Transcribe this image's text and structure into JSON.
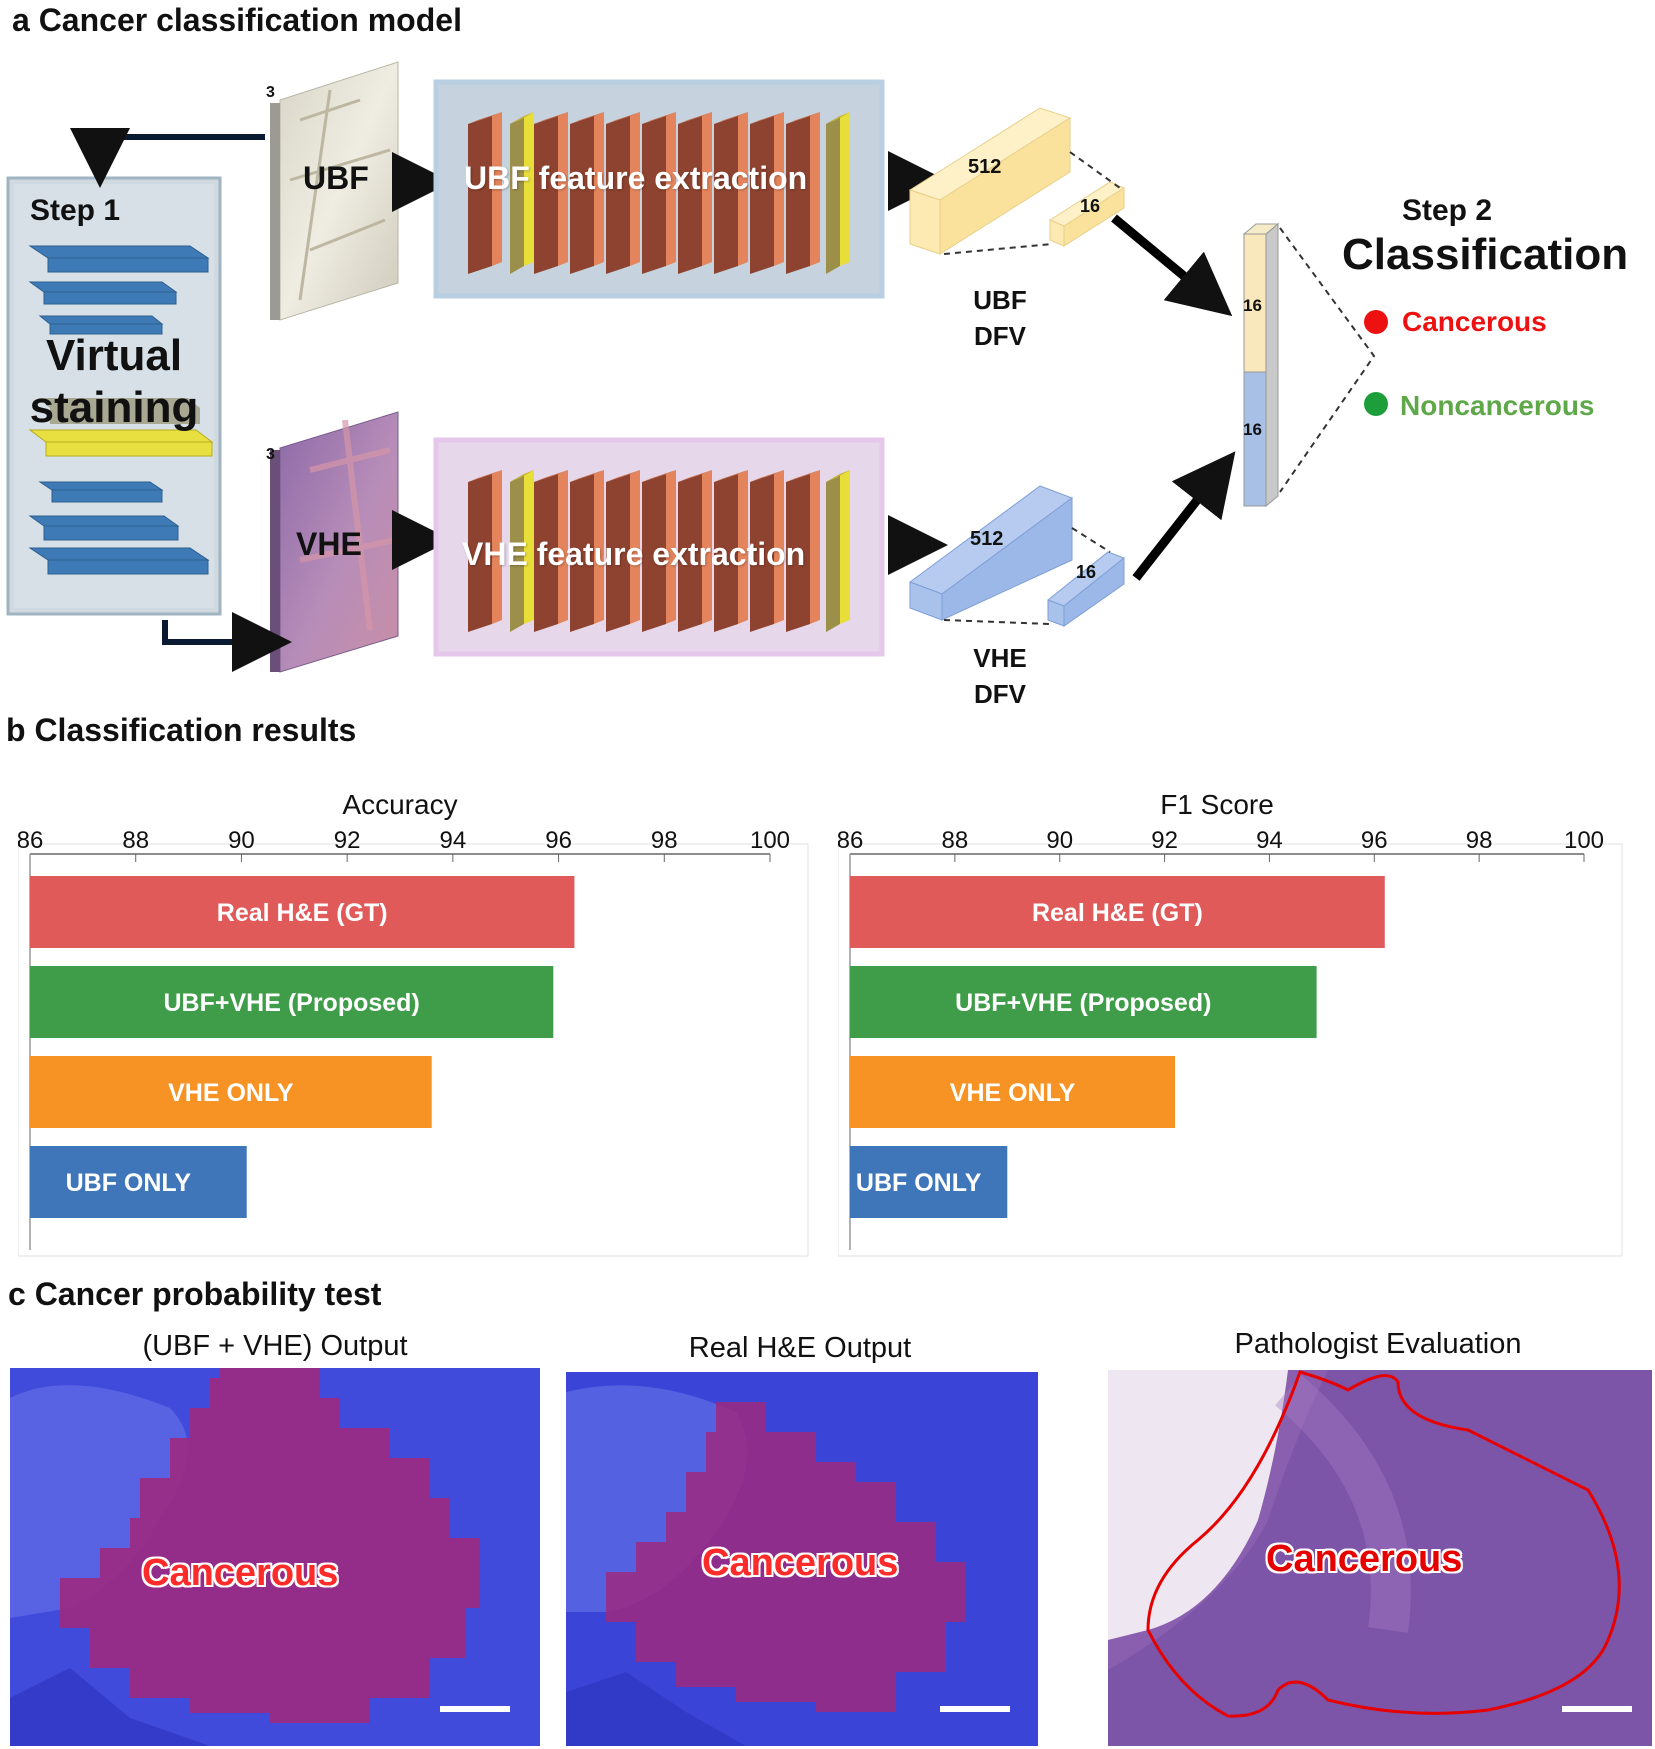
{
  "panel_a": {
    "label": "a Cancer classification model",
    "channels_ubf": "3",
    "channels_vhe": "3",
    "ubf_label": "UBF",
    "vhe_label": "VHE",
    "step1": "Step 1",
    "virtual_staining_line1": "Virtual",
    "virtual_staining_line2": "staining",
    "ubf_extraction": "UBF feature extraction",
    "vhe_extraction": "VHE feature extraction",
    "ubf_dim_large": "512",
    "ubf_dim_small": "16",
    "vhe_dim_large": "512",
    "vhe_dim_small": "16",
    "ubf_dfv_line1": "UBF",
    "ubf_dfv_line2": "DFV",
    "vhe_dfv_line1": "VHE",
    "vhe_dfv_line2": "DFV",
    "concat_top": "16",
    "concat_bottom": "16",
    "step2": "Step 2",
    "classification": "Classification",
    "class_cancerous": "Cancerous",
    "class_noncancerous": "Noncancerous",
    "colors": {
      "cancerous": "#ee1111",
      "noncancerous": "#5fa84a",
      "noncancerous_dot": "#1e9e3a",
      "ubf_vec": "#fde9b0",
      "vhe_vec": "#9bb8e8"
    }
  },
  "panel_b": {
    "label": "b Classification results"
  },
  "chart_data": [
    {
      "type": "bar",
      "title": "Accuracy",
      "orientation": "horizontal",
      "xlim": [
        86,
        100
      ],
      "xticks": [
        "86",
        "88",
        "90",
        "92",
        "94",
        "96",
        "98",
        "100"
      ],
      "categories": [
        "Real H&E (GT)",
        "UBF+VHE (Proposed)",
        "VHE ONLY",
        "UBF ONLY"
      ],
      "values": [
        96.3,
        95.9,
        93.6,
        90.1
      ],
      "colors": [
        "#e05a5a",
        "#3f9c48",
        "#f79224",
        "#3f76b9"
      ],
      "grid": true
    },
    {
      "type": "bar",
      "title": "F1 Score",
      "orientation": "horizontal",
      "xlim": [
        86,
        100
      ],
      "xticks": [
        "86",
        "88",
        "90",
        "92",
        "94",
        "96",
        "98",
        "100"
      ],
      "categories": [
        "Real H&E (GT)",
        "UBF+VHE (Proposed)",
        "VHE ONLY",
        "UBF ONLY"
      ],
      "values": [
        96.2,
        94.9,
        92.2,
        89.0
      ],
      "colors": [
        "#e05a5a",
        "#3f9c48",
        "#f79224",
        "#3f76b9"
      ],
      "grid": true
    }
  ],
  "panel_c": {
    "label": "c Cancer probability test",
    "titles": [
      "(UBF + VHE) Output",
      "Real H&E Output",
      "Pathologist Evaluation"
    ],
    "cancer_label": "Cancerous"
  }
}
